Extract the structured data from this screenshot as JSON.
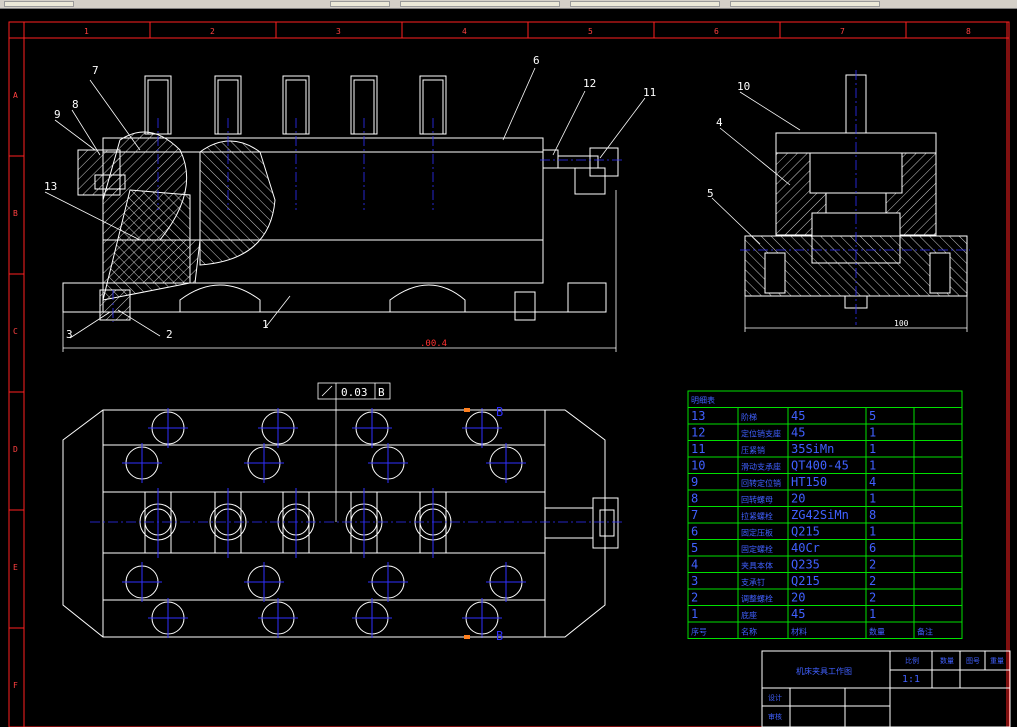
{
  "toolbar": {
    "buttons": [
      "",
      "",
      "",
      "",
      ""
    ]
  },
  "frame": {
    "col_markers": [
      "1",
      "2",
      "3",
      "4",
      "5",
      "6",
      "7",
      "8"
    ],
    "row_markers": [
      "A",
      "B",
      "C",
      "D",
      "E",
      "F"
    ]
  },
  "front_view": {
    "callouts": [
      "7",
      "8",
      "9",
      "13",
      "6",
      "12",
      "11",
      "1",
      "2",
      "3"
    ],
    "length_dim": ".00.4"
  },
  "side_view": {
    "callouts": [
      "10",
      "4",
      "5"
    ],
    "width_dim": "100"
  },
  "plan_view": {
    "tolerance": "0.03",
    "datum": "B",
    "section_marks": [
      "B",
      "B"
    ]
  },
  "bom": {
    "title": "明细表",
    "rows": [
      {
        "no": "13",
        "name": "阶梯",
        "material": "45",
        "qty": "5"
      },
      {
        "no": "12",
        "name": "定位销支座",
        "material": "45",
        "qty": "1"
      },
      {
        "no": "11",
        "name": "压紧销",
        "material": "35SiMn",
        "qty": "1"
      },
      {
        "no": "10",
        "name": "滑动支承座",
        "material": "QT400-45",
        "qty": "1"
      },
      {
        "no": "9",
        "name": "回转定位销",
        "material": "HT150",
        "qty": "4"
      },
      {
        "no": "8",
        "name": "回转螺母",
        "material": "20",
        "qty": "1"
      },
      {
        "no": "7",
        "name": "拉紧螺栓",
        "material": "ZG42SiMn",
        "qty": "8"
      },
      {
        "no": "6",
        "name": "固定压板",
        "material": "Q215",
        "qty": "1"
      },
      {
        "no": "5",
        "name": "固定螺栓",
        "material": "40Cr",
        "qty": "6"
      },
      {
        "no": "4",
        "name": "夹具本体",
        "material": "Q235",
        "qty": "2"
      },
      {
        "no": "3",
        "name": "支承钉",
        "material": "Q215",
        "qty": "2"
      },
      {
        "no": "2",
        "name": "调整螺栓",
        "material": "20",
        "qty": "2"
      },
      {
        "no": "1",
        "name": "底座",
        "material": "45",
        "qty": "1"
      }
    ],
    "header": {
      "no": "序号",
      "name": "名称",
      "material": "材料",
      "qty": "数量",
      "remark": "备注"
    }
  },
  "title_block": {
    "drawing_title": "机床夹具工作图",
    "col_labels": [
      "比例",
      "数量",
      "图号",
      "重量"
    ],
    "scale": "1:1",
    "designer_label": "设计",
    "checker_label": "审核"
  },
  "colors": {
    "border": "#ff2020",
    "outline": "#ffffff",
    "hatch": "#ffffff",
    "center": "#3030ff",
    "dim": "#ff3030",
    "callout": "#ffffff",
    "table": "#00e000",
    "bomtext": "#4060ff"
  }
}
